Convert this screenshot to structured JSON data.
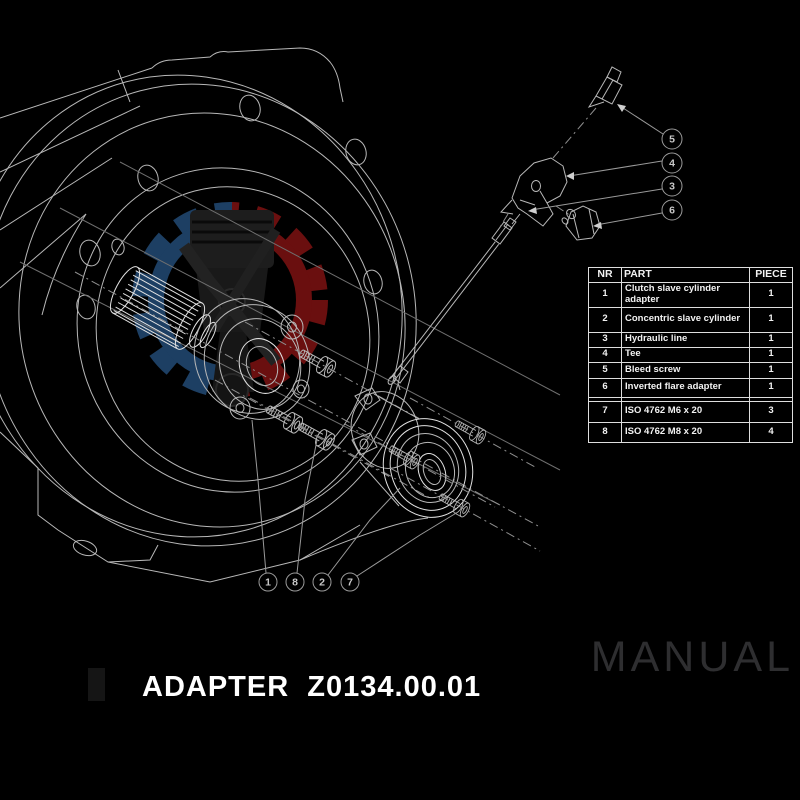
{
  "title_block": {
    "drawing_title": "ADAPTER  Z0134.00.01",
    "doc_type": "MANUAL"
  },
  "parts_table": {
    "headers": {
      "nr": "NR",
      "part": "PART",
      "piece": "PIECE"
    },
    "rows": [
      {
        "nr": "1",
        "part": "Clutch slave cylinder adapter",
        "piece": "1"
      },
      {
        "nr": "2",
        "part": "Concentric slave cylinder",
        "piece": "1"
      },
      {
        "nr": "3",
        "part": "Hydraulic line",
        "piece": "1"
      },
      {
        "nr": "4",
        "part": "Tee",
        "piece": "1"
      },
      {
        "nr": "5",
        "part": "Bleed screw",
        "piece": "1"
      },
      {
        "nr": "6",
        "part": "Inverted flare adapter",
        "piece": "1"
      },
      {
        "nr": "7",
        "part": "ISO 4762 M6 x 20",
        "piece": "3"
      },
      {
        "nr": "8",
        "part": "ISO 4762 M8 x 20",
        "piece": "4"
      }
    ]
  },
  "callouts": {
    "right": [
      {
        "number": "5"
      },
      {
        "number": "4"
      },
      {
        "number": "3"
      },
      {
        "number": "6"
      }
    ],
    "bottom": [
      {
        "number": "1"
      },
      {
        "number": "8"
      },
      {
        "number": "2"
      },
      {
        "number": "7"
      }
    ]
  },
  "colors": {
    "background": "#000000",
    "line": "#b8b8b8",
    "bright_line": "#e2e2e2",
    "table_border": "#dedede",
    "text": "#f2f2f2",
    "manual_text": "#2e2e30",
    "logo_blue": "#1d3f63",
    "logo_red": "#6a0f0f"
  }
}
